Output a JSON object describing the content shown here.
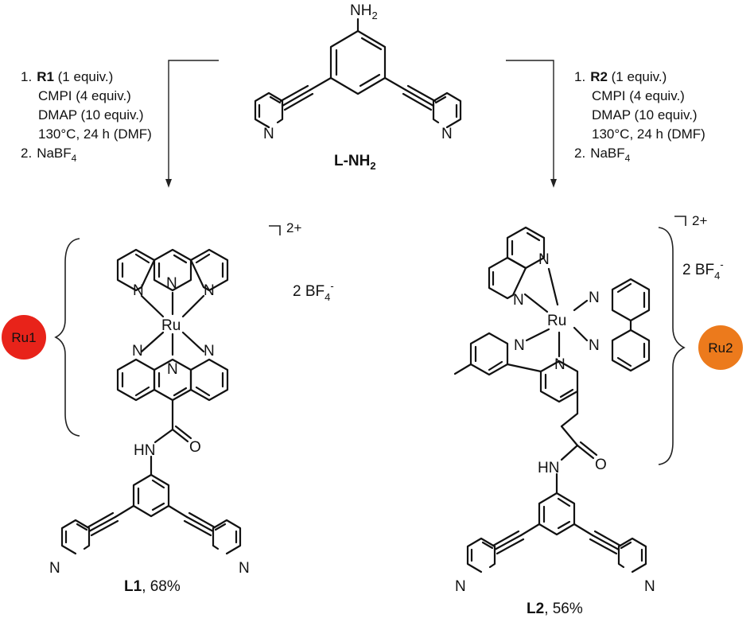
{
  "start_material": {
    "amine": "NH",
    "amine_sub": "2",
    "label": "L-NH",
    "label_sub": "2"
  },
  "route1": {
    "step1_num": "1.",
    "reagent": "R1",
    "reagent_equiv": " (1 equiv.)",
    "line2": "CMPI (4 equiv.)",
    "line3": "DMAP (10 equiv.)",
    "line4": "130°C, 24 h (DMF)",
    "step2_num": "2.",
    "step2": "NaBF",
    "step2_sub": "4"
  },
  "route2": {
    "step1_num": "1.",
    "reagent": "R2",
    "reagent_equiv": " (1 equiv.)",
    "line2": "CMPI (4 equiv.)",
    "line3": "DMAP (10 equiv.)",
    "line4": "130°C, 24 h (DMF)",
    "step2_num": "2.",
    "step2": "NaBF",
    "step2_sub": "4"
  },
  "product1": {
    "badge": "Ru1",
    "badge_color": "#e8231a",
    "charge": "2+",
    "counterion": "2 BF",
    "counterion_sub": "4",
    "counterion_sup": "-",
    "metal": "Ru",
    "amide_nh": "HN",
    "amide_o": "O",
    "label": "L1",
    "yield": ", 68%"
  },
  "product2": {
    "badge": "Ru2",
    "badge_color": "#ec7a1c",
    "charge": "2+",
    "counterion": "2 BF",
    "counterion_sub": "4",
    "counterion_sup": "-",
    "metal": "Ru",
    "amide_nh": "HN",
    "amide_o": "O",
    "label": "L2",
    "yield": ", 56%"
  },
  "atom_symbol": "N"
}
